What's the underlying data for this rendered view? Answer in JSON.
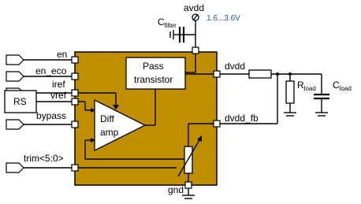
{
  "diagram": {
    "colors": {
      "block": "#bf8f00",
      "wire": "#000000",
      "supply_text": "#2b4fa8",
      "pin": "#ffffff"
    },
    "labels": {
      "avdd": "avdd",
      "supply_range": "1.6...3.6V",
      "c_filter": "C",
      "c_filter_sub": "filter",
      "en": "en",
      "en_eco": "en_eco",
      "iref": "iref",
      "vref": "vref",
      "rs": "RS",
      "bypass": "bypass",
      "trim": "trim<5:0>",
      "pass_transistor_line1": "Pass",
      "pass_transistor_line2": "transistor",
      "diff_amp_line1": "Diff",
      "diff_amp_line2": "amp",
      "dvdd": "dvdd",
      "dvdd_fb": "dvdd_fb",
      "gnd": "gnd",
      "r_load": "R",
      "r_load_sub": "load",
      "c_load": "C",
      "c_load_sub": "load"
    }
  }
}
